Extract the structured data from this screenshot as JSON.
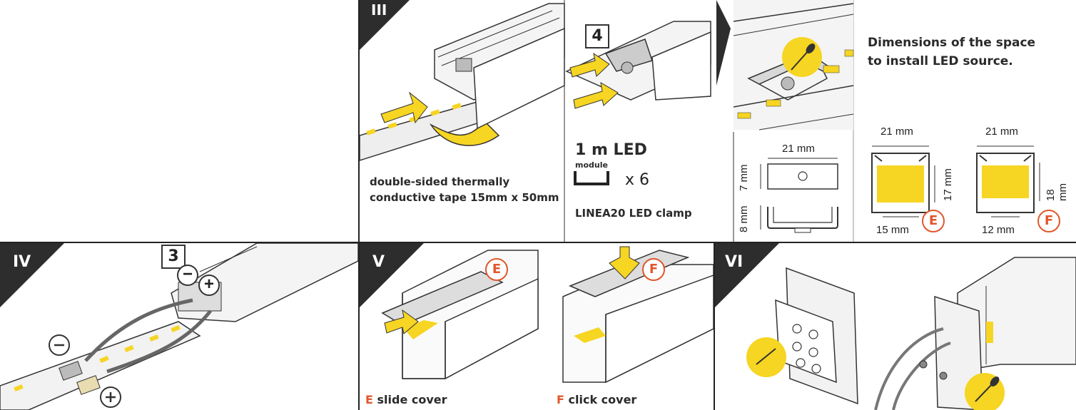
{
  "colors": {
    "yellow": "#f6d523",
    "orange": "#e0572b",
    "dark": "#2d2d2d",
    "line": "#333333"
  },
  "panel_iii": {
    "roman": "III",
    "tape_text_line1": "double-sided thermally",
    "tape_text_line2": "conductive tape 15mm x 50mm",
    "step": "4",
    "led_title": "1 m LED",
    "led_sub": "module",
    "led_multiplier": "x 6",
    "clamp_label": "LINEA20 LED clamp",
    "clamp_width": "21 mm",
    "clamp_h1": "7 mm",
    "clamp_h2": "8 mm",
    "dims_title_line1": "Dimensions of the space",
    "dims_title_line2": "to install LED source.",
    "profile_e": {
      "width_top": "21 mm",
      "height": "17 mm",
      "width_bottom": "15 mm",
      "badge": "E"
    },
    "profile_f": {
      "width_top": "21 mm",
      "height": "18 mm",
      "width_bottom": "12 mm",
      "badge": "F"
    }
  },
  "panel_iv": {
    "roman": "IV",
    "step": "3",
    "minus": "−",
    "plus": "+"
  },
  "panel_v": {
    "roman": "V",
    "badge_e": "E",
    "badge_f": "F",
    "caption_e_letter": "E",
    "caption_e_text": " slide cover",
    "caption_f_letter": "F",
    "caption_f_text": " click cover"
  },
  "panel_vi": {
    "roman": "VI"
  }
}
